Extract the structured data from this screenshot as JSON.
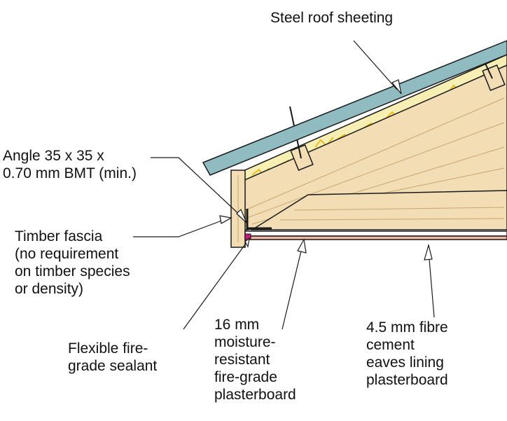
{
  "labels": {
    "roof_sheeting": "Steel roof sheeting",
    "angle": "Angle 35 x 35 x\n0.70 mm BMT (min.)",
    "fascia": "Timber fascia\n(no requirement\non timber species\nor density)",
    "sealant": "Flexible fire-\ngrade sealant",
    "plasterboard_16": "16 mm\nmoisture-\nresistant\nfire-grade\nplasterboard",
    "eaves_lining": "4.5 mm fibre\ncement\neaves lining\nplasterboard"
  },
  "colors": {
    "sheeting": "#8fbcc0",
    "timber": "#f2ddb4",
    "insulation": "#f6eeb2",
    "sealant": "#c8187a",
    "lining": "#f2b5a4",
    "outline": "#1a1a1a"
  }
}
